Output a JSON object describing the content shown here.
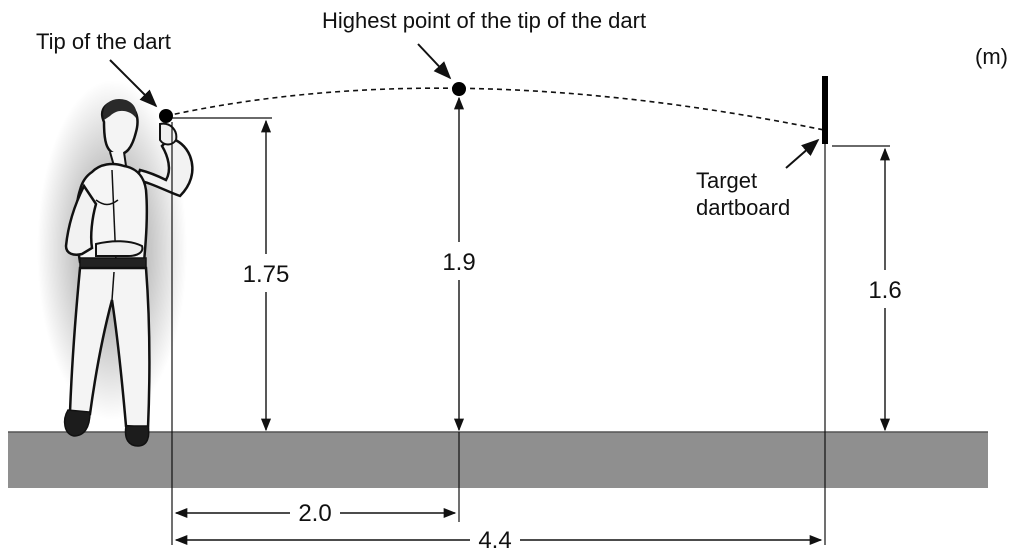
{
  "labels": {
    "tip_of_dart": "Tip of the dart",
    "highest_point": "Highest point of the tip of the dart",
    "unit": "(m)",
    "target_line1": "Target",
    "target_line2": "dartboard"
  },
  "measurements": {
    "release_height": "1.75",
    "peak_height": "1.9",
    "board_height": "1.6",
    "horizontal_to_peak": "2.0",
    "horizontal_to_board": "4.4"
  },
  "figures": {
    "person": "man-throwing-dart-illustration"
  },
  "colors": {
    "ground": "#8f8f8f",
    "ink": "#111111"
  }
}
